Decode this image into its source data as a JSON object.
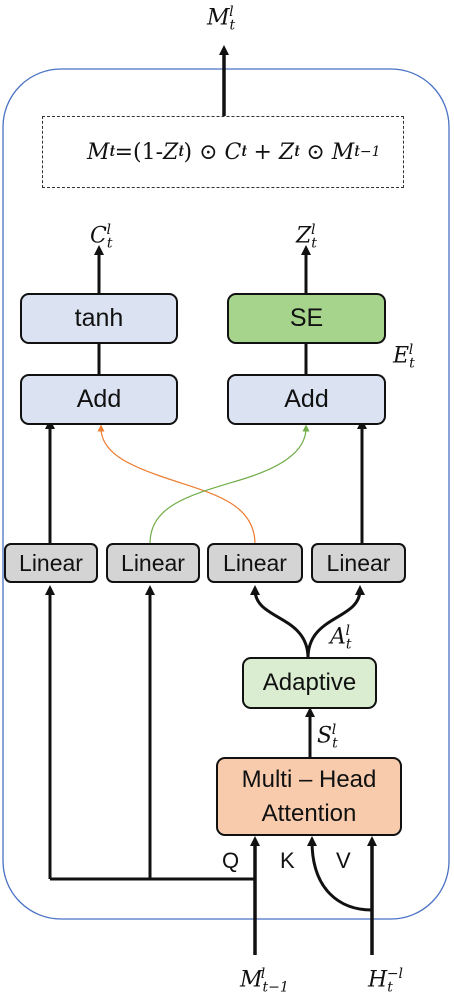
{
  "outputs": {
    "top": "M",
    "c": "C",
    "z": "Z"
  },
  "formula": {
    "lhs": "M",
    "eq": "=(1-",
    "z": "Z",
    "close": ")",
    "odot": "⊙",
    "c": "C",
    "plus": "+",
    "m": "M"
  },
  "blocks": {
    "tanh": "tanh",
    "se": "SE",
    "add_left": "Add",
    "add_right": "Add",
    "linear_1": "Linear",
    "linear_2": "Linear",
    "linear_3": "Linear",
    "linear_4": "Linear",
    "adaptive": "Adaptive",
    "attention_line1": "Multi – Head",
    "attention_line2": "Attention"
  },
  "labels": {
    "e": "E",
    "a": "A",
    "s": "S",
    "q": "Q",
    "k": "K",
    "v": "V",
    "in_m": "M",
    "in_h": "H"
  },
  "scripts": {
    "t": "t",
    "l": "l",
    "t_minus_1": "t−1",
    "minus_l": "−l"
  },
  "colors": {
    "blue_block": "#dbe3f3",
    "se_block": "#a6d48c",
    "adaptive_block": "#daedd0",
    "linear_block": "#d4d4d4",
    "attention_block": "#f7cbac",
    "container_border": "#4a72c4",
    "cross_orange": "#ed7d31",
    "cross_green": "#70ad47"
  }
}
